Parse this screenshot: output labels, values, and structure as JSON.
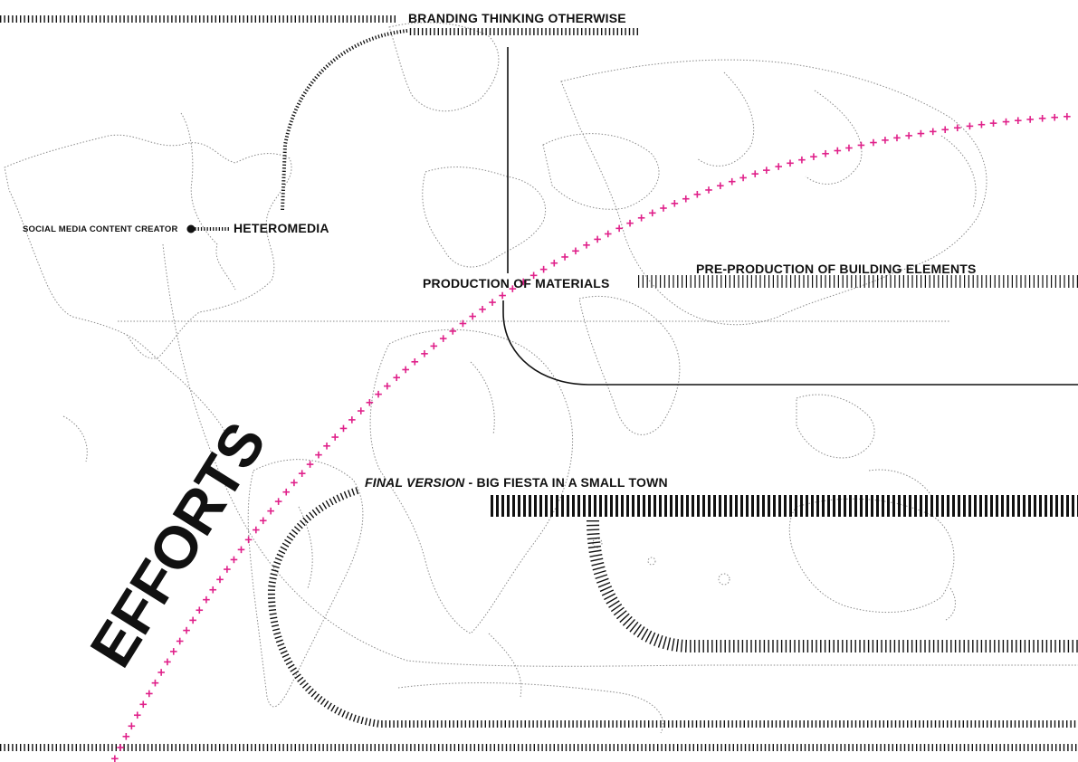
{
  "labels": {
    "branding": "BRANDING THINKING OTHERWISE",
    "heteromedia": "HETEROMEDIA",
    "social": "SOCIAL MEDIA CONTENT CREATOR",
    "production": "PRODUCTION OF MATERIALS",
    "preproduction": "PRE-PRODUCTION OF BUILDING ELEMENTS",
    "final_italic": "FINAL VERSION",
    "final_rest": " - BIG FIESTA IN A SMALL TOWN",
    "efforts": "EFFORTS"
  },
  "colors": {
    "accent": "#e0218a",
    "ink": "#111111",
    "map": "#8a8a8a"
  }
}
